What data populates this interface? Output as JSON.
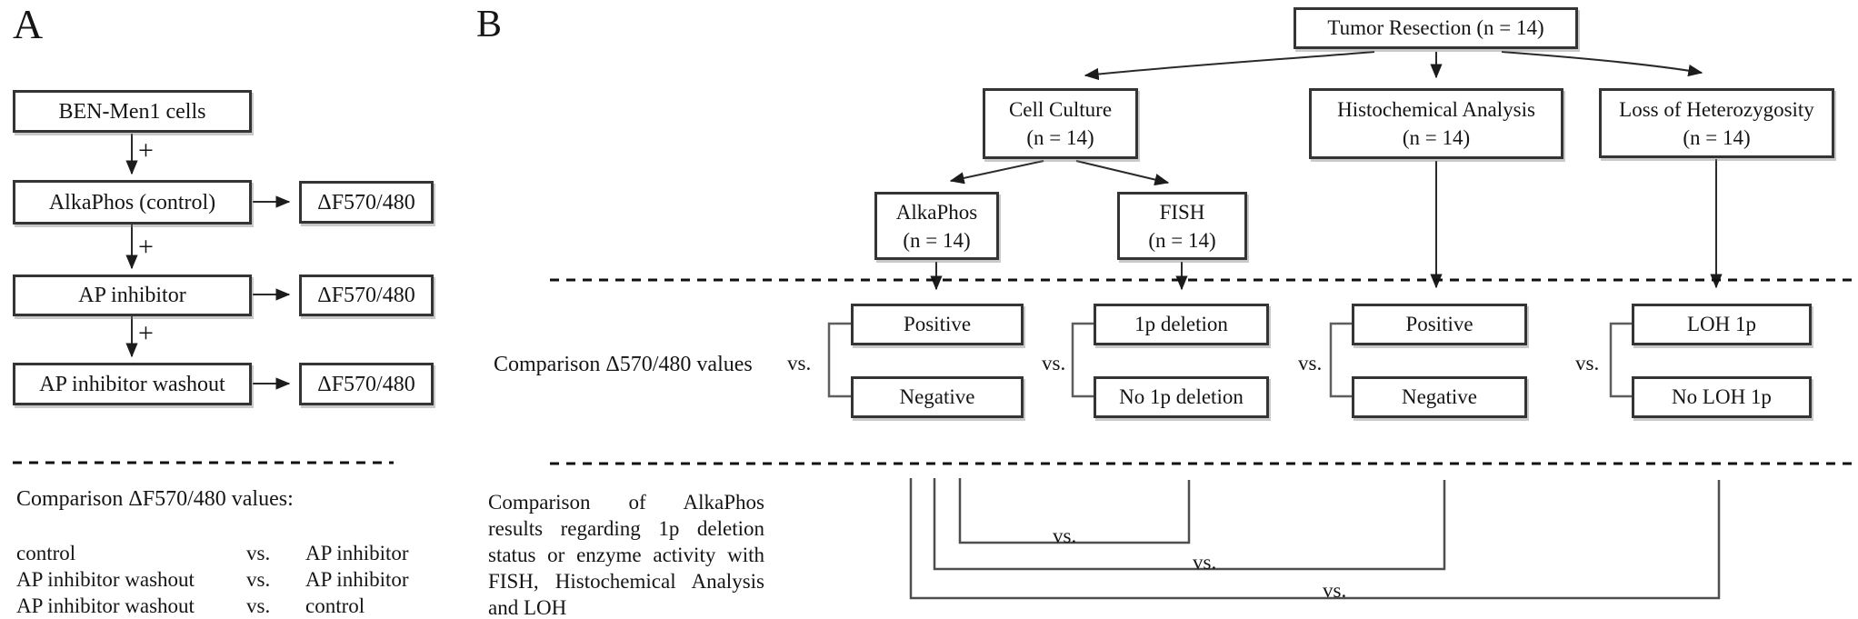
{
  "panel_a": {
    "label": "A",
    "flow": [
      {
        "label": "BEN-Men1 cells"
      },
      {
        "label": "AlkaPhos (control)"
      },
      {
        "label": "AP inhibitor"
      },
      {
        "label": "AP inhibitor washout"
      }
    ],
    "plus": "+",
    "readout": "ΔF570/480",
    "comparison_title": "Comparison ΔF570/480 values:",
    "comparisons": [
      {
        "left": "control",
        "vs": "vs.",
        "right": "AP inhibitor"
      },
      {
        "left": "AP inhibitor washout",
        "vs": "vs.",
        "right": "AP inhibitor"
      },
      {
        "left": "AP inhibitor washout",
        "vs": "vs.",
        "right": "control"
      }
    ]
  },
  "panel_b": {
    "label": "B",
    "root": "Tumor Resection (n = 14)",
    "branches": [
      {
        "label": "Cell Culture",
        "n": "(n = 14)"
      },
      {
        "label": "Histochemical Analysis",
        "n": "(n = 14)"
      },
      {
        "label": "Loss of Heterozygosity",
        "n": "(n = 14)"
      }
    ],
    "methods": [
      {
        "label": "AlkaPhos",
        "n": "(n = 14)"
      },
      {
        "label": "FISH",
        "n": "(n = 14)"
      }
    ],
    "comparison_label": "Comparison Δ570/480 values",
    "vs": "vs.",
    "outcomes": [
      {
        "top": "Positive",
        "bottom": "Negative"
      },
      {
        "top": "1p deletion",
        "bottom": "No 1p deletion"
      },
      {
        "top": "Positive",
        "bottom": "Negative"
      },
      {
        "top": "LOH 1p",
        "bottom": "No LOH 1p"
      }
    ],
    "note_lines": [
      "Comparison of AlkaPhos",
      "results regarding 1p deletion",
      "status or enzyme activity with",
      "FISH, Histochemical Analysis",
      "and LOH"
    ]
  }
}
